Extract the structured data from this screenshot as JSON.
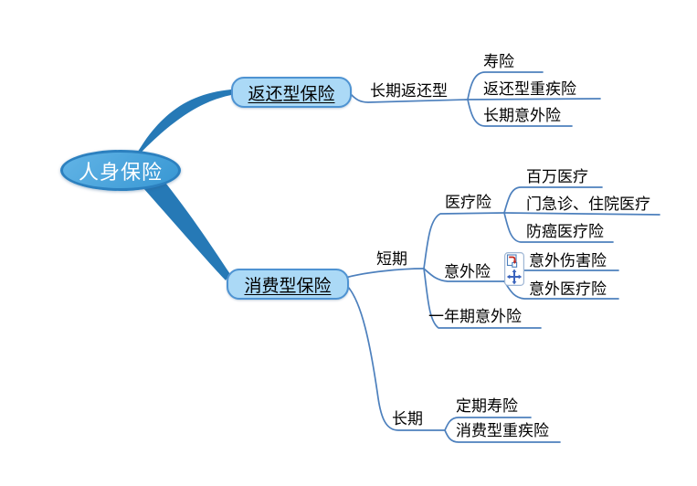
{
  "map": {
    "root": {
      "label": "人身保险"
    },
    "branches": [
      {
        "label": "返还型保险",
        "children": [
          {
            "label": "长期返还型",
            "children": [
              {
                "label": "寿险"
              },
              {
                "label": "返还型重疾险"
              },
              {
                "label": "长期意外险"
              }
            ]
          }
        ]
      },
      {
        "label": "消费型保险",
        "children": [
          {
            "label": "短期",
            "children": [
              {
                "label": "医疗险",
                "children": [
                  {
                    "label": "百万医疗"
                  },
                  {
                    "label": "门急诊、住院医疗"
                  },
                  {
                    "label": "防癌医疗险"
                  }
                ]
              },
              {
                "label": "意外险",
                "children": [
                  {
                    "label": "意外伤害险"
                  },
                  {
                    "label": "意外医疗险"
                  }
                ]
              },
              {
                "label": "一年期意外险"
              }
            ]
          },
          {
            "label": "长期",
            "children": [
              {
                "label": "定期寿险"
              },
              {
                "label": "消费型重疾险"
              }
            ]
          }
        ]
      }
    ]
  },
  "icons": {
    "drag_move_icon": "drag-move indicator (page with red arrow + four-way move arrow)"
  },
  "colors": {
    "background": "#ffffff",
    "line": "#4d80bd",
    "trunk": "#2679b6",
    "node_fill": "#abd9f6",
    "node_border": "#4e93d2",
    "root_fill": "#3897d3",
    "root_fill_light": "#62b4e6",
    "root_border": "#2c80bf",
    "text": "#000000",
    "root_text": "#ffffff",
    "icon_red": "#c5271c",
    "icon_blue": "#3a63bd"
  }
}
